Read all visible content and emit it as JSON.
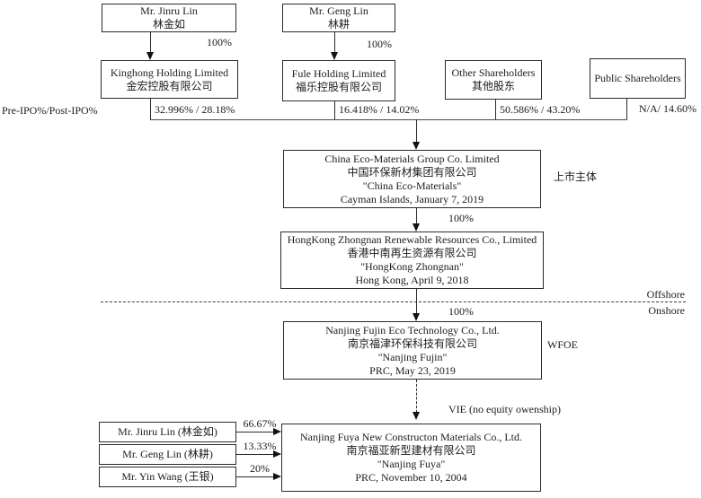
{
  "nodes": {
    "jinru_top": {
      "lines": [
        "Mr. Jinru Lin",
        "林金如"
      ]
    },
    "geng_top": {
      "lines": [
        "Mr. Geng Lin",
        "林耕"
      ]
    },
    "kinghong": {
      "lines": [
        "Kinghong Holding Limited",
        "金宏控股有限公司"
      ]
    },
    "fule": {
      "lines": [
        "Fule Holding Limited",
        "福乐控股有限公司"
      ]
    },
    "other": {
      "lines": [
        "Other Shareholders",
        "其他股东"
      ]
    },
    "public": {
      "lines": [
        "Public Shareholders"
      ]
    },
    "listco": {
      "lines": [
        "China Eco-Materials Group Co. Limited",
        "中国环保新材集团有限公司",
        "\"China Eco-Materials\"",
        "Cayman Islands, January 7, 2019"
      ]
    },
    "hongkong": {
      "lines": [
        "HongKong Zhongnan Renewable Resources Co., Limited",
        "香港中南再生资源有限公司",
        "\"HongKong Zhongnan\"",
        "Hong Kong, April 9, 2018"
      ]
    },
    "fujin": {
      "lines": [
        "Nanjing Fujin Eco Technology Co., Ltd.",
        "南京福津环保科技有限公司",
        "\"Nanjing Fujin\"",
        "PRC, May 23, 2019"
      ]
    },
    "fuya": {
      "lines": [
        "Nanjing Fuya New Constructon Materials Co., Ltd.",
        "南京福亚新型建材有限公司",
        "\"Nanjing Fuya\"",
        "PRC, November 10, 2004"
      ]
    },
    "jinru_btm": {
      "lines": [
        "Mr. Jinru Lin (林金如)"
      ]
    },
    "geng_btm": {
      "lines": [
        "Mr. Geng Lin (林耕)"
      ]
    },
    "wang_btm": {
      "lines": [
        "Mr. Yin Wang (王银)"
      ]
    }
  },
  "labels": {
    "pre_post": "Pre-IPO%/Post-IPO%",
    "pct_jinru_kinghong": "100%",
    "pct_geng_fule": "100%",
    "pct_kinghong": "32.996% / 28.18%",
    "pct_fule": "16.418% / 14.02%",
    "pct_other": "50.586% / 43.20%",
    "pct_public": "N/A/ 14.60%",
    "pct_listco_hk": "100%",
    "pct_hk_fujin": "100%",
    "listed_entity_tag": "上市主体",
    "offshore": "Offshore",
    "onshore": "Onshore",
    "wfoe_tag": "WFOE",
    "vie_tag": "VIE (no equity owenship)",
    "pct_jinru_vie": "66.67%",
    "pct_geng_vie": "13.33%",
    "pct_wang_vie": "20%"
  }
}
